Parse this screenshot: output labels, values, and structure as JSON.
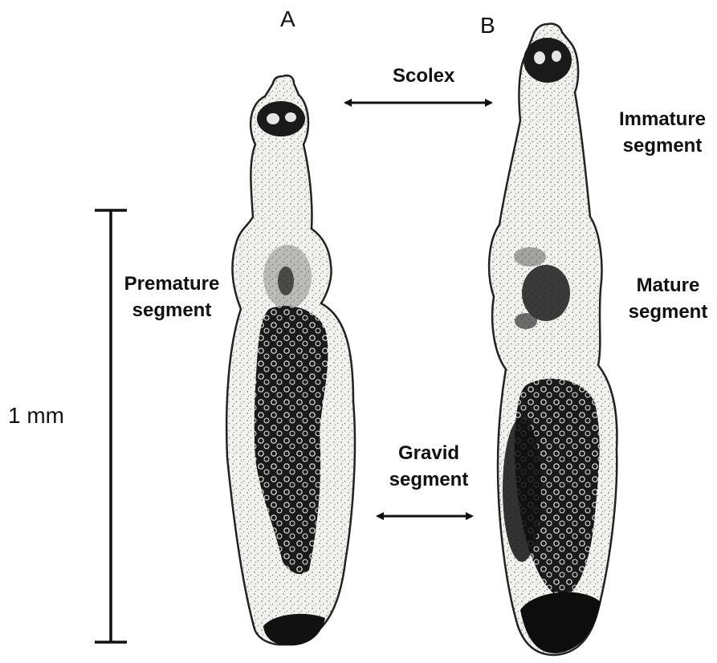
{
  "figure": {
    "panel_labels": {
      "a": "A",
      "b": "B"
    },
    "labels": {
      "scolex": "Scolex",
      "immature_line1": "Immature",
      "immature_line2": "segment",
      "premature_line1": "Premature",
      "premature_line2": "segment",
      "mature_line1": "Mature",
      "mature_line2": "segment",
      "gravid_line1": "Gravid",
      "gravid_line2": "segment"
    },
    "scale_bar": {
      "label": "1 mm"
    },
    "colors": {
      "ink": "#111111",
      "body_fill": "#f1f1ee",
      "stipple": "#2a2a2a"
    }
  }
}
